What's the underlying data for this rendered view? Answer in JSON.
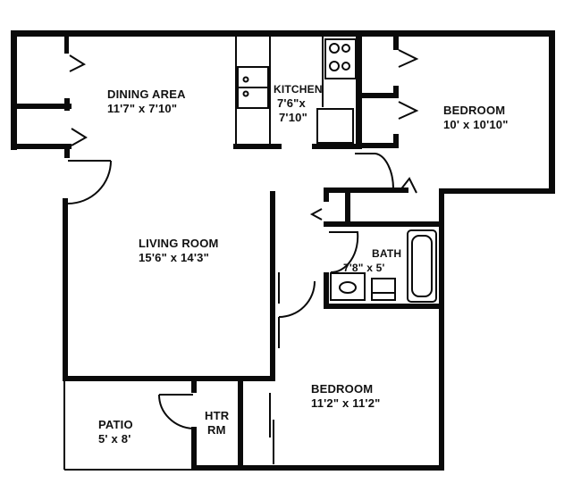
{
  "floor_plan": {
    "rooms": [
      {
        "id": "dining",
        "name": "DINING AREA",
        "dimensions": "11'7\" x 7'10\""
      },
      {
        "id": "kitchen",
        "name": "KITCHEN",
        "dimensions_line1": "7'6\"x",
        "dimensions_line2": "7'10\""
      },
      {
        "id": "bedroom1",
        "name": "BEDROOM",
        "dimensions": "10' x 10'10\""
      },
      {
        "id": "living",
        "name": "LIVING ROOM",
        "dimensions": "15'6\" x 14'3\""
      },
      {
        "id": "bath",
        "name": "BATH",
        "dimensions": "7'8\" x 5'"
      },
      {
        "id": "bedroom2",
        "name": "BEDROOM",
        "dimensions": "11'2\" x 11'2\""
      },
      {
        "id": "patio",
        "name": "PATIO",
        "dimensions": "5' x 8'"
      },
      {
        "id": "heater",
        "name_line1": "HTR",
        "name_line2": "RM"
      }
    ],
    "colors": {
      "wall": "#0a0a0a",
      "background": "#ffffff"
    }
  }
}
